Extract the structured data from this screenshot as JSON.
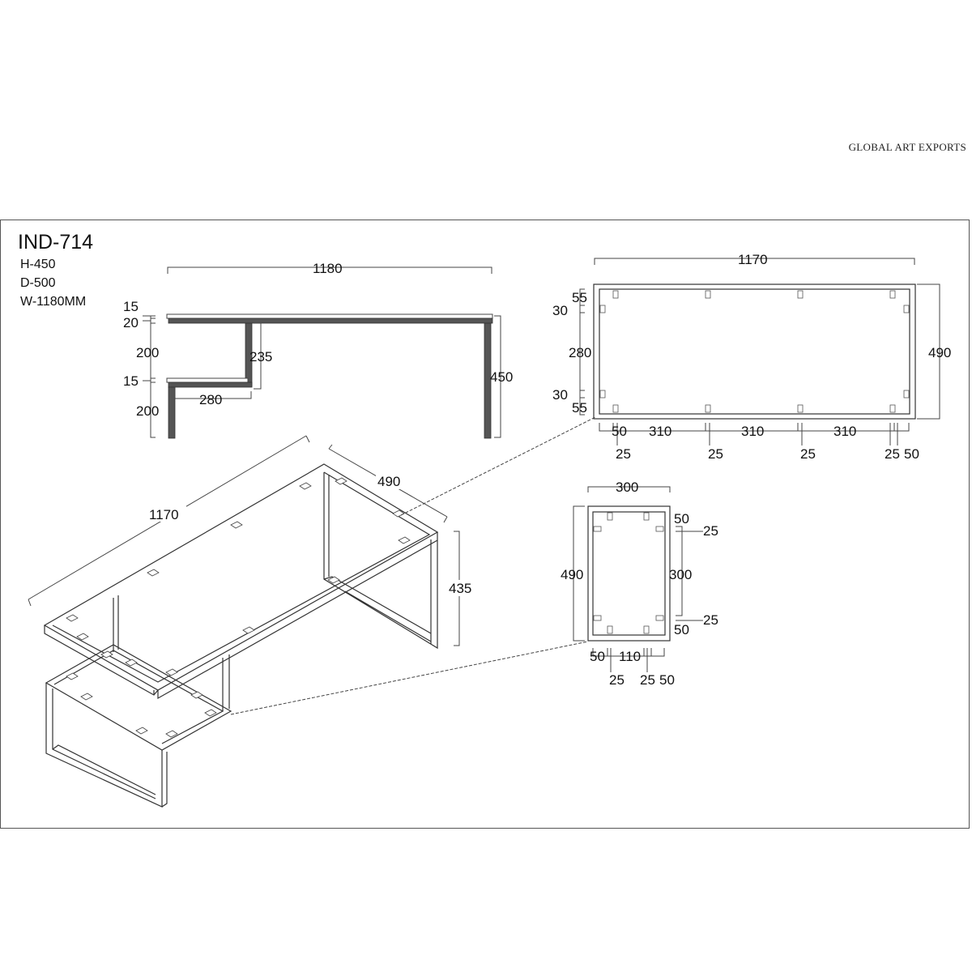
{
  "brand": "GLOBAL ART EXPORTS",
  "product": {
    "code": "IND-714",
    "height": "H-450",
    "depth": "D-500",
    "width": "W-1180MM"
  },
  "side_view": {
    "width": "1180",
    "top_thk": "15",
    "top_rail": "20",
    "upper_gap": "200",
    "lower_thk": "15",
    "lower_gap": "200",
    "step_height": "235",
    "step_length": "280",
    "total_height": "450"
  },
  "top_plan": {
    "width": "1170",
    "depth": "490",
    "left_55_top": "55",
    "left_30_top": "30",
    "left_280": "280",
    "left_30_bottom": "30",
    "left_55_bottom": "55",
    "bottom": [
      "50",
      "310",
      "310",
      "310",
      "25",
      "25",
      "25",
      "25",
      "50"
    ]
  },
  "shelf_plan": {
    "width": "300",
    "depth": "490",
    "right_50_top": "50",
    "right_25_top": "25",
    "right_300": "300",
    "right_25_bottom": "25",
    "right_50_bottom": "50",
    "bottom": [
      "50",
      "110",
      "25",
      "25",
      "50"
    ]
  },
  "iso_view": {
    "length": "1170",
    "depth": "490",
    "height": "435"
  }
}
